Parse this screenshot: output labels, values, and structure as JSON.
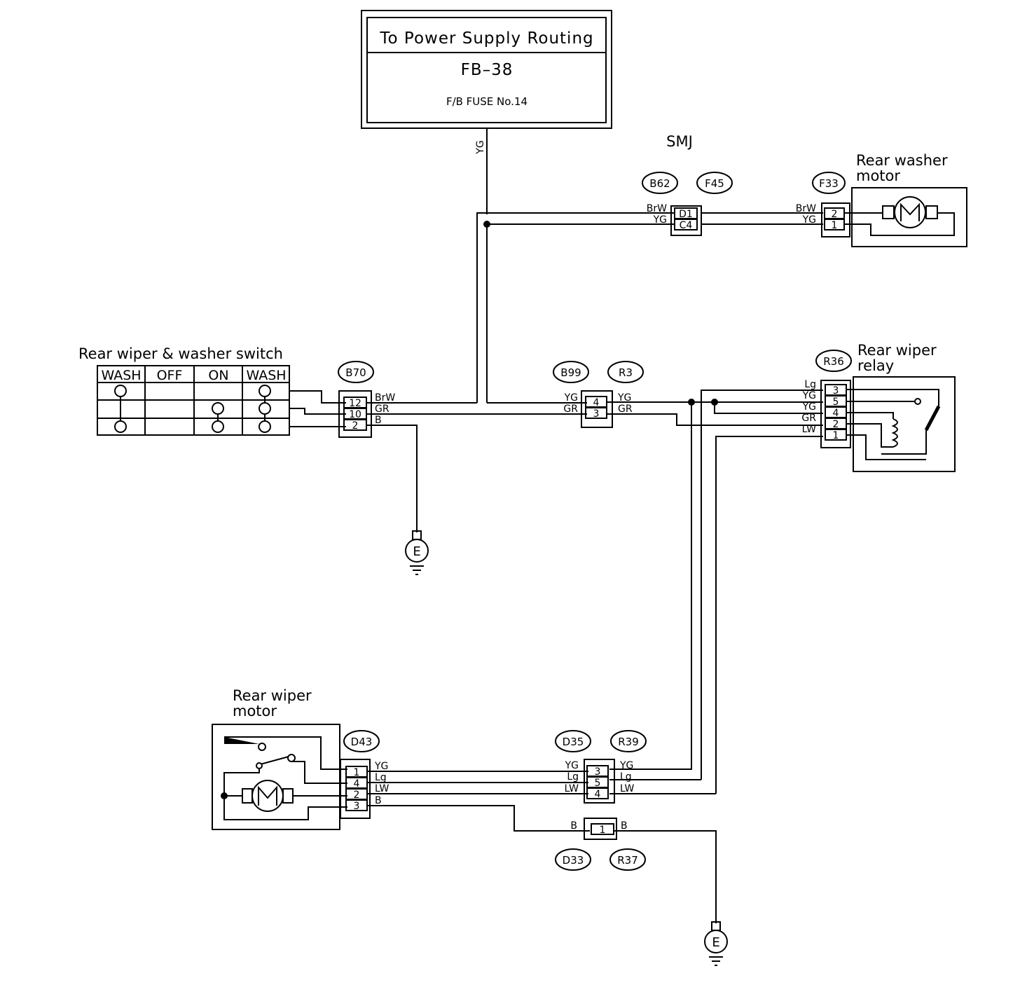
{
  "power_box": {
    "title": "To Power Supply Routing",
    "code": "FB–38",
    "fuse": "F/B FUSE No.14"
  },
  "feed_wire": "YG",
  "smj": "SMJ",
  "components": {
    "washer_motor": {
      "line1": "Rear washer",
      "line2": "motor",
      "icon": "motor-icon"
    },
    "wiper_relay": {
      "line1": "Rear wiper",
      "line2": "relay",
      "icon": "relay-coil-icon"
    },
    "switch": {
      "title": "Rear wiper & washer switch",
      "headers": [
        "WASH",
        "OFF",
        "ON",
        "WASH"
      ]
    },
    "wiper_motor": {
      "line1": "Rear wiper",
      "line2": "motor",
      "icon": "motor-icon"
    }
  },
  "connectors": {
    "b62": "B62",
    "f45": "F45",
    "f33": "F33",
    "b70": "B70",
    "b99": "B99",
    "r3": "R3",
    "r36": "R36",
    "d43": "D43",
    "d35": "D35",
    "r39": "R39",
    "d33": "D33",
    "r37": "R37"
  },
  "pins": {
    "smj": [
      "D1",
      "C4"
    ],
    "f33": [
      "2",
      "1"
    ],
    "b70": [
      "12",
      "10",
      "2"
    ],
    "b99": [
      "4",
      "3"
    ],
    "r36": [
      "3",
      "5",
      "4",
      "2",
      "1"
    ],
    "d43": [
      "1",
      "4",
      "2",
      "3"
    ],
    "d35": [
      "3",
      "5",
      "4"
    ],
    "d33": [
      "1"
    ]
  },
  "wires": {
    "smj_left": [
      "BrW",
      "YG"
    ],
    "f33_left": [
      "BrW",
      "YG"
    ],
    "b70_right": [
      "BrW",
      "GR",
      "B"
    ],
    "b99_left": [
      "YG",
      "GR"
    ],
    "r3_right": [
      "YG",
      "GR"
    ],
    "r36_left": [
      "Lg",
      "YG",
      "YG",
      "GR",
      "LW"
    ],
    "d43_right": [
      "YG",
      "Lg",
      "LW",
      "B"
    ],
    "d35_left": [
      "YG",
      "Lg",
      "LW"
    ],
    "r39_right": [
      "YG",
      "Lg",
      "LW"
    ],
    "d33_left": "B",
    "d33_right": "B"
  },
  "ground": {
    "label": "E",
    "icon": "ground-icon"
  }
}
